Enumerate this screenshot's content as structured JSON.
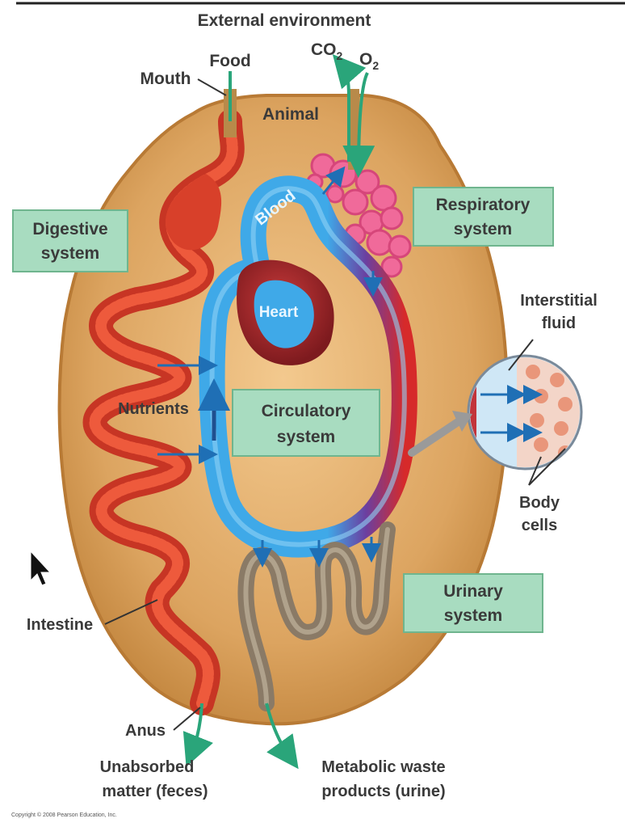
{
  "labels": {
    "external_environment": "External environment",
    "food": "Food",
    "mouth": "Mouth",
    "co2": "CO",
    "co2_sub": "2",
    "o2": "O",
    "o2_sub": "2",
    "animal": "Animal",
    "blood": "Blood",
    "heart": "Heart",
    "nutrients": "Nutrients",
    "interstitial_fluid_1": "Interstitial",
    "interstitial_fluid_2": "fluid",
    "body_cells_1": "Body",
    "body_cells_2": "cells",
    "intestine": "Intestine",
    "anus": "Anus",
    "unabsorbed_1": "Unabsorbed",
    "unabsorbed_2": "matter (feces)",
    "metabolic_1": "Metabolic waste",
    "metabolic_2": "products (urine)",
    "copyright": "Copyright © 2008 Pearson Education, Inc."
  },
  "boxes": {
    "digestive_1": "Digestive",
    "digestive_2": "system",
    "respiratory_1": "Respiratory",
    "respiratory_2": "system",
    "circulatory_1": "Circulatory",
    "circulatory_2": "system",
    "urinary_1": "Urinary",
    "urinary_2": "system"
  },
  "colors": {
    "body_fill": "#d9a35c",
    "body_edge": "#b87a35",
    "box_fill": "#a8dcc0",
    "box_edge": "#6fb58e",
    "intestine": "#d8402a",
    "blood_blue": "#3fa9e8",
    "blood_red": "#d62a2a",
    "blood_purple": "#6b3fa0",
    "heart": "#a8262a",
    "lung": "#f06a9a",
    "kidney": "#8a7a66",
    "arrow_green": "#2aa57a",
    "arrow_blue": "#1f6fb5"
  },
  "icons": {
    "cursor": "mouse-pointer-icon"
  }
}
